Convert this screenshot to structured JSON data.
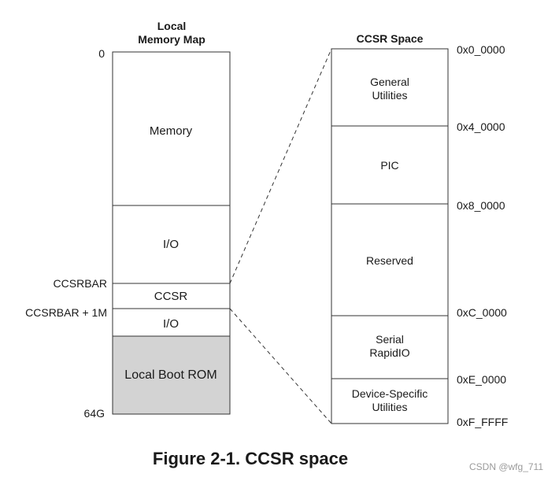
{
  "local_map": {
    "title_line1": "Local",
    "title_line2": "Memory Map",
    "blocks": [
      {
        "label": "Memory"
      },
      {
        "label": "I/O"
      },
      {
        "label": "CCSR"
      },
      {
        "label": "I/O"
      },
      {
        "label": "Local Boot ROM"
      }
    ],
    "addresses": [
      "0",
      "CCSRBAR",
      "CCSRBAR + 1M",
      "64G"
    ],
    "rom_fill": "#d3d3d3"
  },
  "ccsr_space": {
    "title": "CCSR Space",
    "blocks": [
      {
        "line1": "General",
        "line2": "Utilities"
      },
      {
        "line1": "PIC"
      },
      {
        "line1": "Reserved"
      },
      {
        "line1": "Serial",
        "line2": "RapidIO"
      },
      {
        "line1": "Device-Specific",
        "line2": "Utilities"
      }
    ],
    "offsets": [
      "0x0_0000",
      "0x4_0000",
      "0x8_0000",
      "0xC_0000",
      "0xE_0000",
      "0xF_FFFF"
    ]
  },
  "caption": "Figure 2-1. CCSR space",
  "watermark": "CSDN @wfg_711"
}
